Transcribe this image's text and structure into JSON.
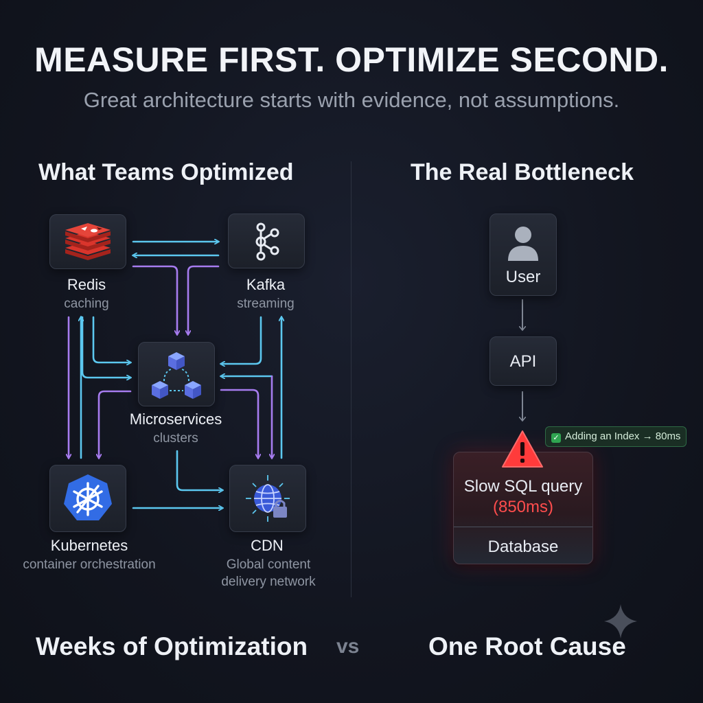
{
  "header": {
    "title": "MEASURE FIRST. OPTIMIZE SECOND.",
    "subtitle": "Great architecture starts with evidence, not assumptions."
  },
  "left": {
    "heading": "What Teams Optimized",
    "nodes": {
      "redis": {
        "label": "Redis",
        "sub": "caching",
        "icon": "redis-icon"
      },
      "kafka": {
        "label": "Kafka",
        "sub": "streaming",
        "icon": "kafka-icon"
      },
      "microservices": {
        "label": "Microservices",
        "sub": "clusters",
        "icon": "cubes-icon"
      },
      "kubernetes": {
        "label": "Kubernetes",
        "sub": "container orchestration",
        "icon": "kubernetes-helm-icon"
      },
      "cdn": {
        "label": "CDN",
        "sub_line1": "Global content",
        "sub_line2": "delivery network",
        "icon": "globe-lock-icon"
      }
    }
  },
  "right": {
    "heading": "The Real Bottleneck",
    "user": {
      "label": "User",
      "icon": "user-icon"
    },
    "api": {
      "label": "API"
    },
    "database": {
      "problem": "Slow SQL query",
      "time": "(850ms)",
      "label": "Database",
      "icon": "warning-icon"
    },
    "fix_badge": "Adding an Index → 80ms"
  },
  "footer": {
    "left": "Weeks of Optimization",
    "vs": "vs",
    "right": "One Root Cause"
  },
  "colors": {
    "background": "#12151f",
    "arrow_blue": "#5cc8f0",
    "arrow_purple": "#a77cf0",
    "alert_red": "#ff3b3b",
    "success_green": "#2fa551",
    "redis_red": "#d9352c",
    "k8s_blue": "#326ce5"
  }
}
